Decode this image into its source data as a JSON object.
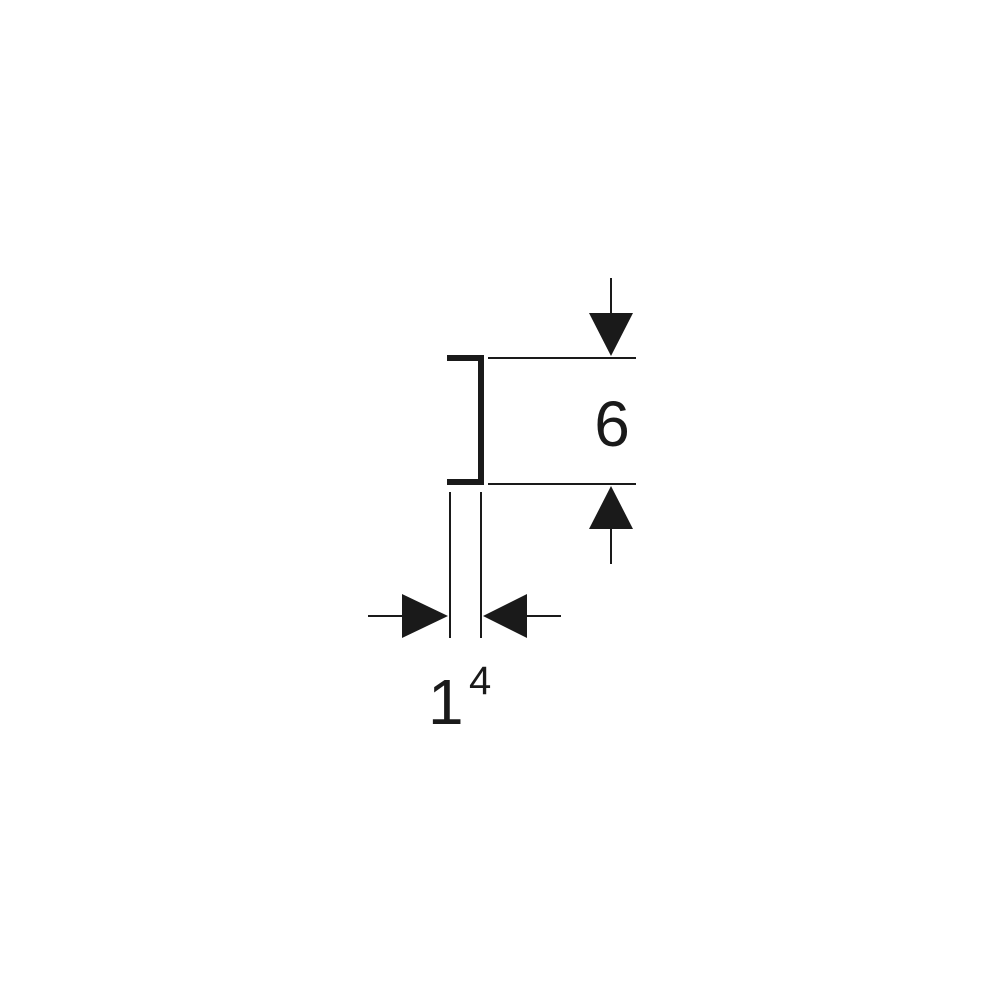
{
  "drawing": {
    "height_dimension": "6",
    "thickness_dimension": {
      "main": "1",
      "superscript": "4"
    },
    "line_color": "#1a1a1a",
    "background_color": "#ffffff"
  }
}
